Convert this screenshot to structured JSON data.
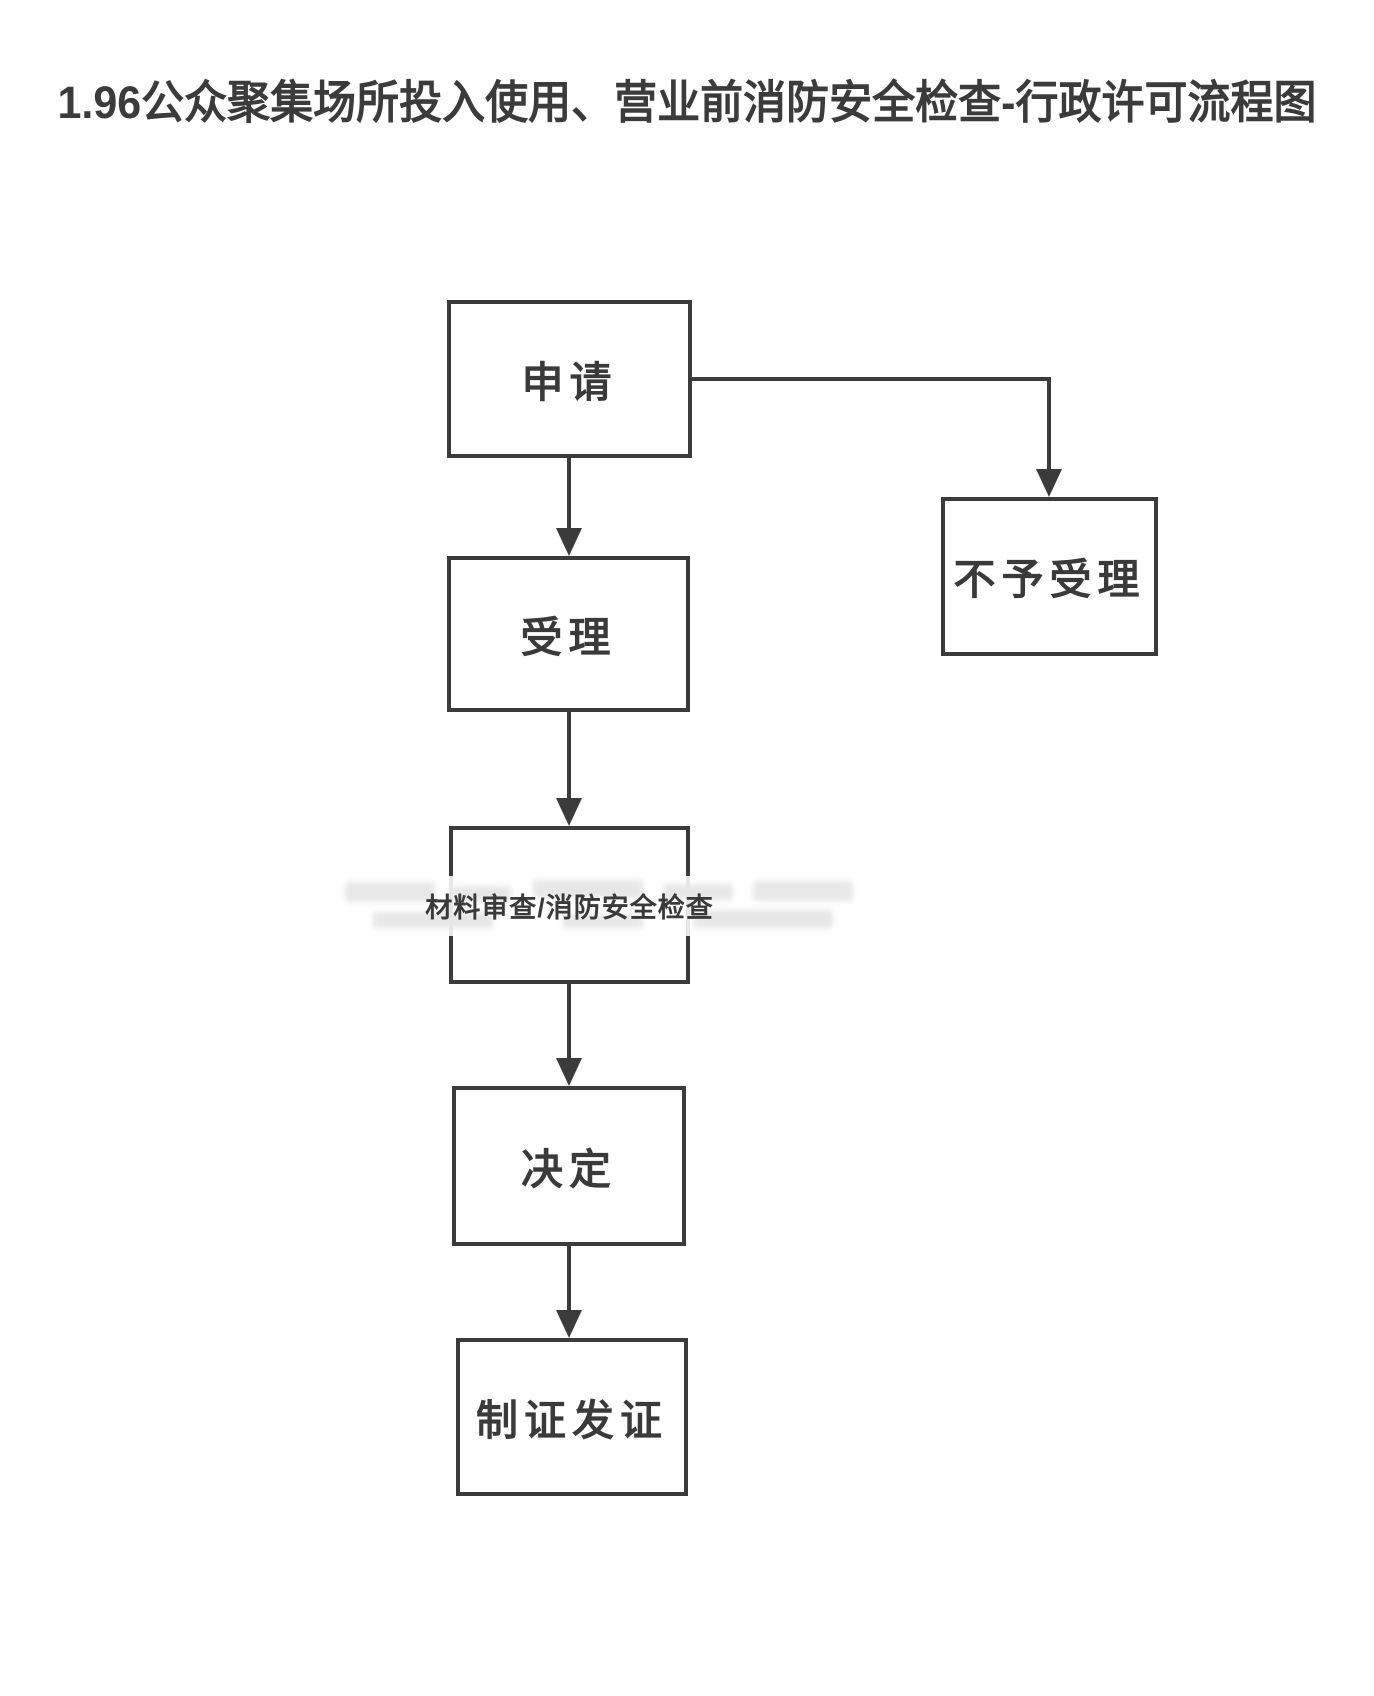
{
  "title": "1.96公众聚集场所投入使用、营业前消防安全检查-行政许可流程图",
  "flowchart": {
    "nodes": {
      "apply": {
        "label": "申请"
      },
      "accept": {
        "label": "受理"
      },
      "review": {
        "label": "材料审查/消防安全检查"
      },
      "decision": {
        "label": "决定"
      },
      "issue": {
        "label": "制证发证"
      },
      "reject": {
        "label": "不予受理"
      }
    },
    "edges": [
      {
        "from": "申请",
        "to": "受理"
      },
      {
        "from": "申请",
        "to": "不予受理"
      },
      {
        "from": "受理",
        "to": "材料审查/消防安全检查"
      },
      {
        "from": "材料审查/消防安全检查",
        "to": "决定"
      },
      {
        "from": "决定",
        "to": "制证发证"
      }
    ],
    "colors": {
      "line": "#3b3b3b",
      "text": "#3a3a3a",
      "background": "#ffffff"
    }
  }
}
